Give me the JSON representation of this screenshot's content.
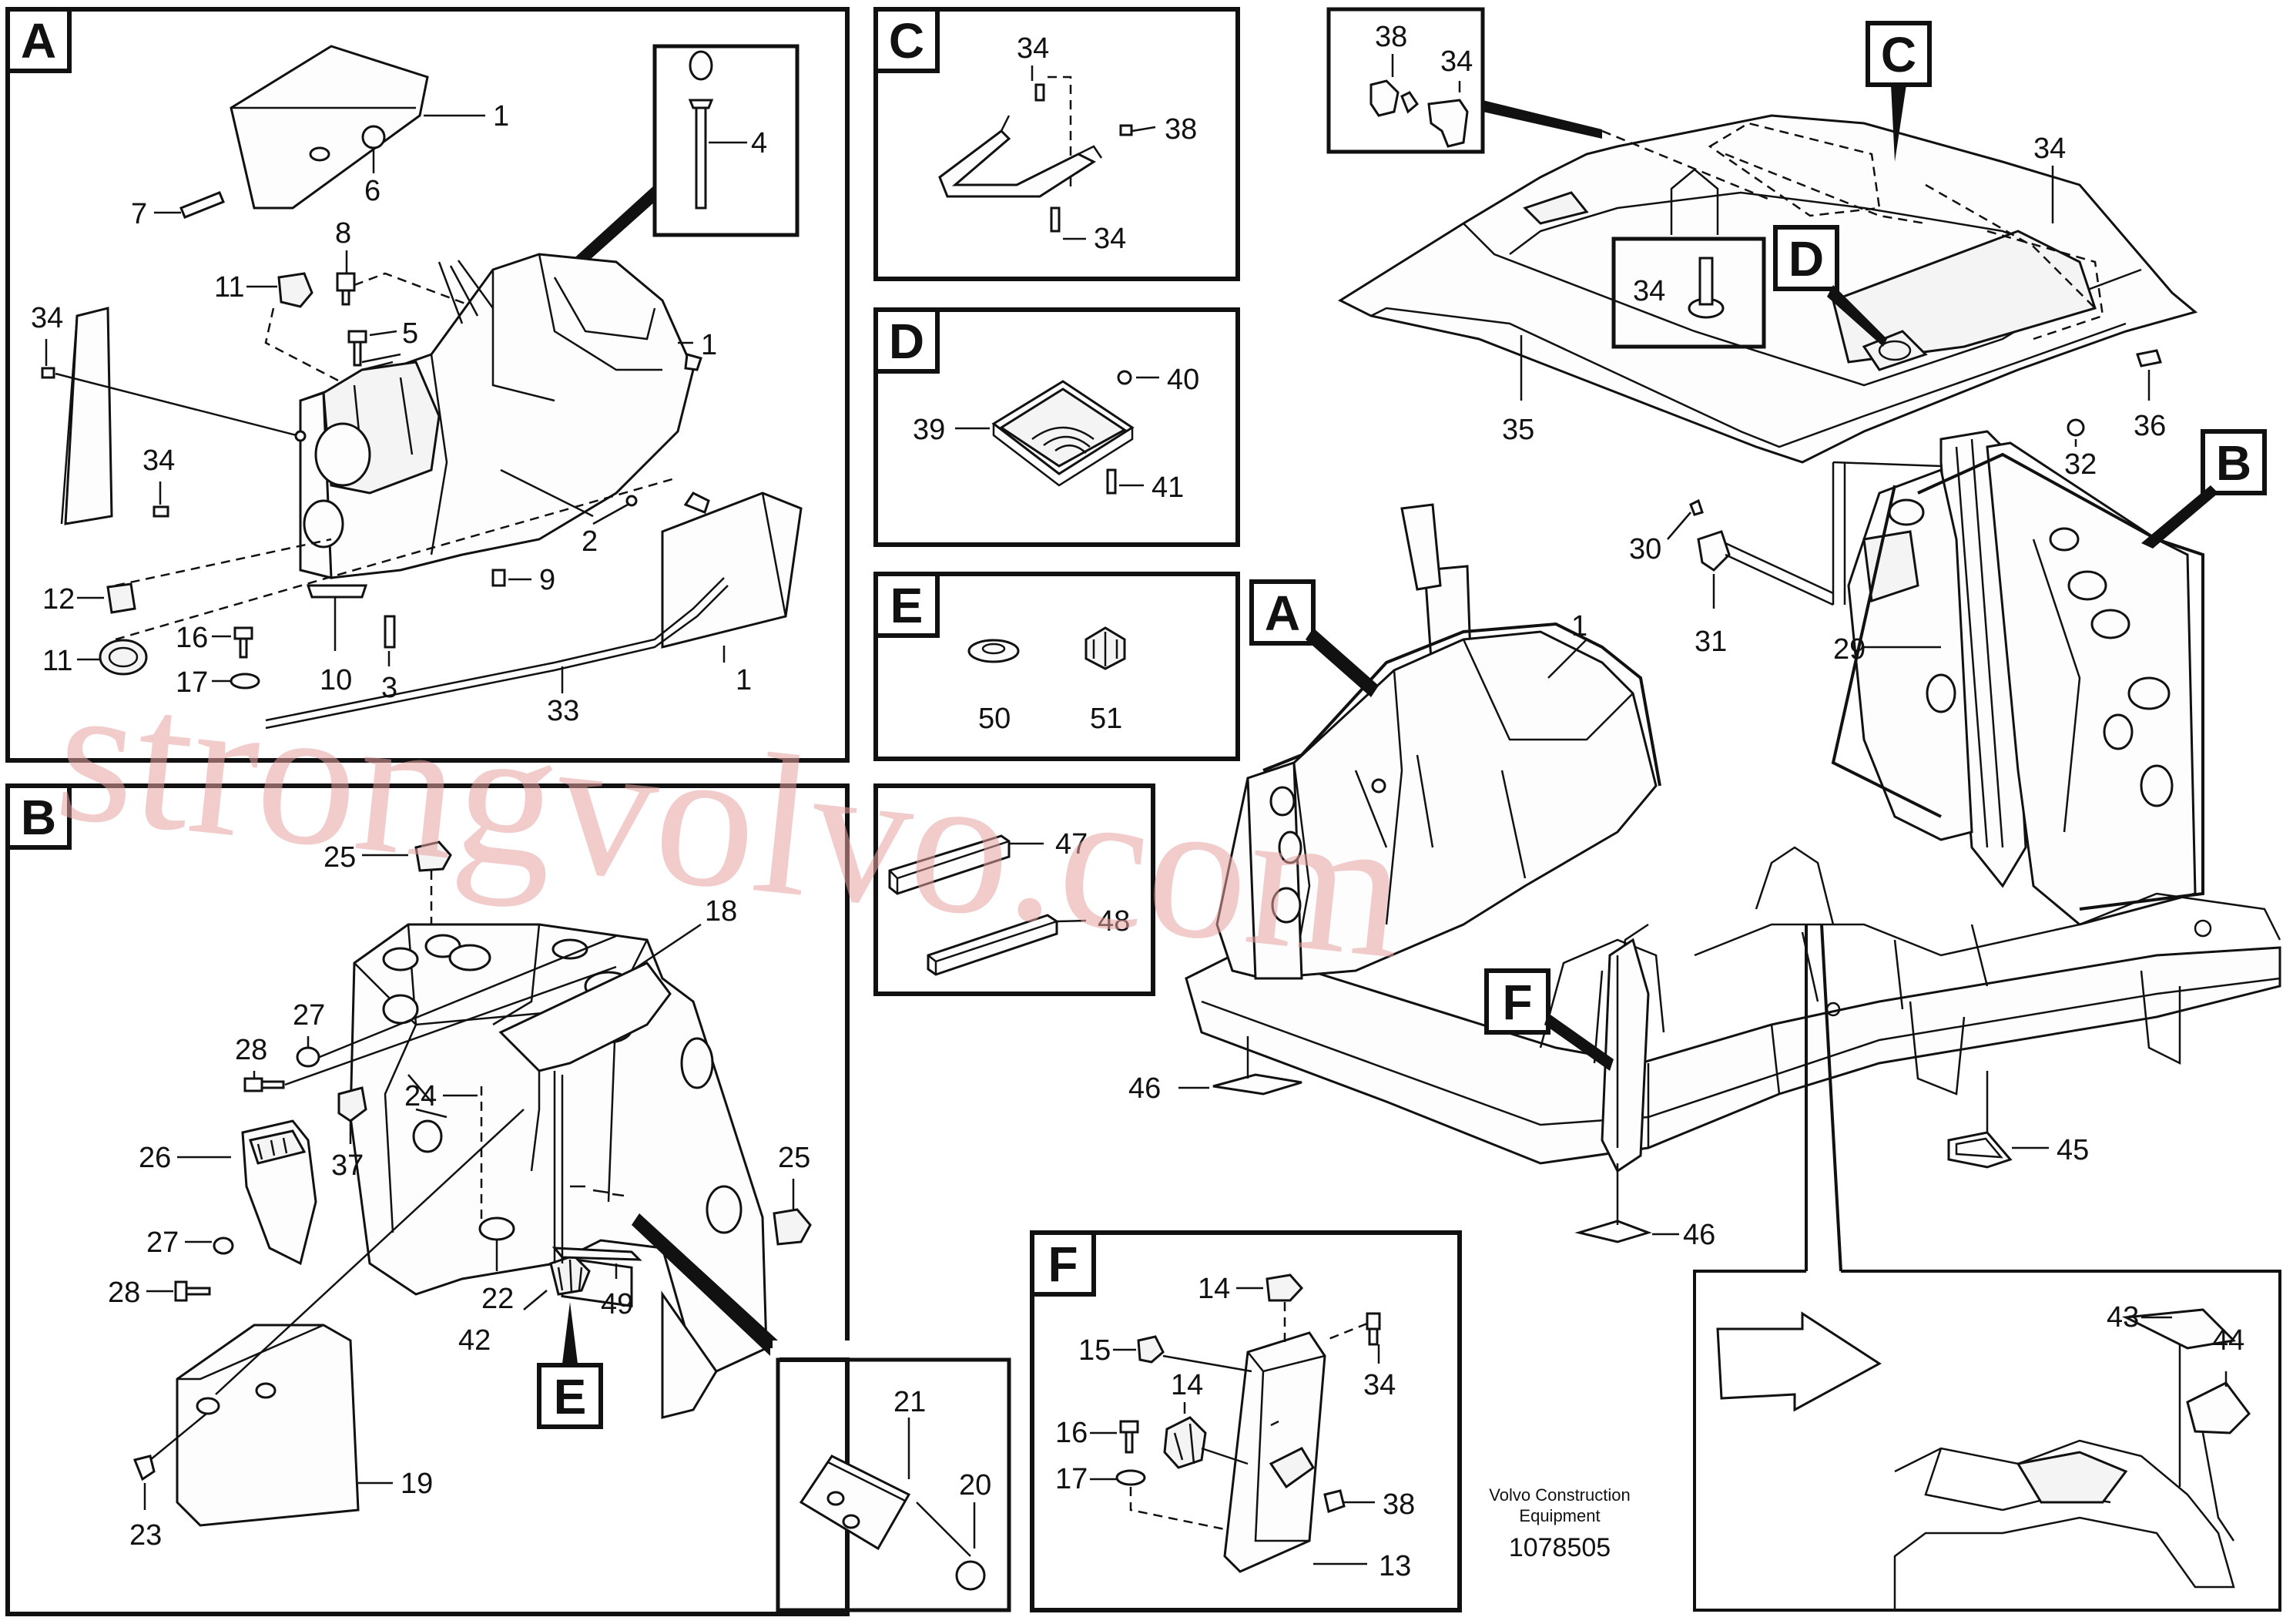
{
  "panels": {
    "A": {
      "letter": "A"
    },
    "B": {
      "letter": "B"
    },
    "C": {
      "letter": "C"
    },
    "D": {
      "letter": "D"
    },
    "E": {
      "letter": "E"
    },
    "F": {
      "letter": "F"
    }
  },
  "main_callouts": {
    "C": "C",
    "D": "D",
    "A": "A",
    "F": "F",
    "B": "B"
  },
  "labels": {
    "a1_top": "1",
    "a6": "6",
    "a7": "7",
    "a4": "4",
    "a8": "8",
    "a11_top": "11",
    "a5": "5",
    "a1_mid": "1",
    "a34_left": "34",
    "a34_mid": "34",
    "a2": "2",
    "a9": "9",
    "a12": "12",
    "a16": "16",
    "a11_bot": "11",
    "a17": "17",
    "a10": "10",
    "a3": "3",
    "a33": "33",
    "a1_bot": "1",
    "c34_top": "34",
    "c38": "38",
    "c34_bot": "34",
    "d40": "40",
    "d39": "39",
    "d41": "41",
    "e50": "50",
    "e51": "51",
    "p47": "47",
    "p48": "48",
    "b25_top": "25",
    "b18": "18",
    "b27_top": "27",
    "b28_top": "28",
    "b24": "24",
    "b26": "26",
    "b37": "37",
    "b25_right": "25",
    "b27_bot": "27",
    "b28_bot": "28",
    "b22": "22",
    "b42": "42",
    "b49": "49",
    "b23": "23",
    "b19": "19",
    "b21": "21",
    "b20": "20",
    "b_e": "E",
    "f14_top": "14",
    "f15": "15",
    "f14_mid": "14",
    "f34": "34",
    "f16": "16",
    "f17": "17",
    "f38": "38",
    "f13": "13",
    "m38": "38",
    "m34_top": "34",
    "m34_right": "34",
    "m34_center": "34",
    "m35": "35",
    "m36": "36",
    "m32": "32",
    "m30": "30",
    "m31": "31",
    "m29": "29",
    "m1": "1",
    "m46_left": "46",
    "m45": "45",
    "m46_bot": "46",
    "m43": "43",
    "m44": "44"
  },
  "footer": {
    "company_line1": "Volvo Construction",
    "company_line2": "Equipment",
    "drawing_number": "1078505"
  },
  "watermark": "strongvolvo.com"
}
